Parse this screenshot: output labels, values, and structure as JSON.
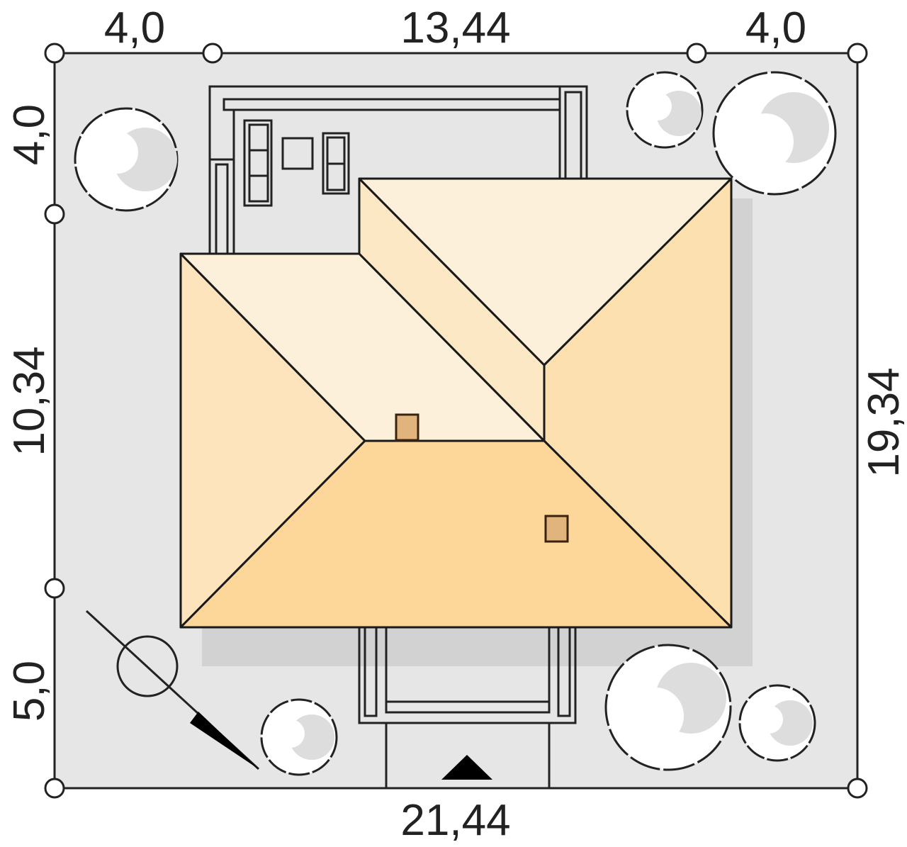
{
  "dimensions": {
    "top_left": "4,0",
    "top_middle": "13,44",
    "top_right": "4,0",
    "bottom": "21,44",
    "left_top": "4,0",
    "left_middle": "10,34",
    "left_bottom": "5,0",
    "right": "19,34"
  },
  "colors": {
    "plot": "#e6e6e6",
    "roof_light": "#fdf0da",
    "roof_mid": "#fde4bc",
    "roof_right": "#fde0b0",
    "roof_front": "#fdd69a",
    "chimney": "#e0b47c"
  }
}
